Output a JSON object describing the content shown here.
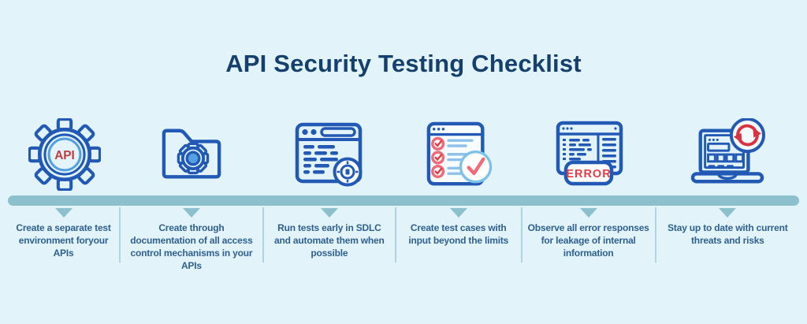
{
  "title": "API Security Testing Checklist",
  "colors": {
    "background": "#E2F4FA",
    "title_text": "#15406D",
    "icon_blue": "#2159B5",
    "icon_light_blue": "#55A0E0",
    "accent_red": "#D9333F",
    "accent_pink": "#ED6A76",
    "timeline_bar": "#8CC0CD",
    "divider": "#ABD5E0",
    "label_text": "#2F5F8F"
  },
  "steps": [
    {
      "icon": "api-gear-icon",
      "icon_text": "API",
      "label": "Create a separate test environment foryour APIs"
    },
    {
      "icon": "folder-gear-icon",
      "label": "Create through documentation of all access control mechanisms in your APIs"
    },
    {
      "icon": "browser-tests-icon",
      "label": "Run tests early in SDLC and automate them when possible"
    },
    {
      "icon": "checklist-icon",
      "label": "Create test cases with input beyond the limits"
    },
    {
      "icon": "error-window-icon",
      "icon_text": "ERROR",
      "label": "Observe all error responses for leakage of internal information"
    },
    {
      "icon": "laptop-refresh-icon",
      "label": "Stay up to date with current threats and risks"
    }
  ]
}
